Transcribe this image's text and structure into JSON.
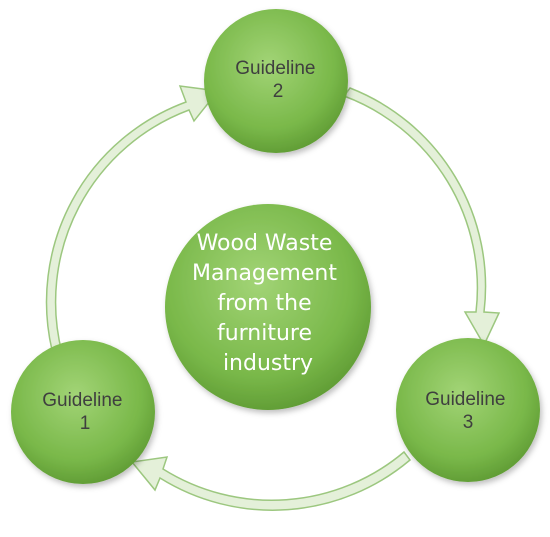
{
  "diagram": {
    "center": {
      "lines": [
        "Wood Waste",
        "Management",
        "from the",
        "furniture",
        "industry"
      ]
    },
    "nodes": [
      {
        "lines": [
          "Guideline",
          "1"
        ]
      },
      {
        "lines": [
          "Guideline",
          "2"
        ]
      },
      {
        "lines": [
          "Guideline",
          "3"
        ]
      }
    ]
  },
  "colors": {
    "node_fill": "#79b849",
    "node_fill_light": "#a2d476",
    "node_fill_dark": "#5e9a33",
    "arrow_fill": "#e4f0d9",
    "arrow_stroke": "#9cc77f",
    "label_dark": "#3f3f3f",
    "label_light": "#ffffff"
  }
}
